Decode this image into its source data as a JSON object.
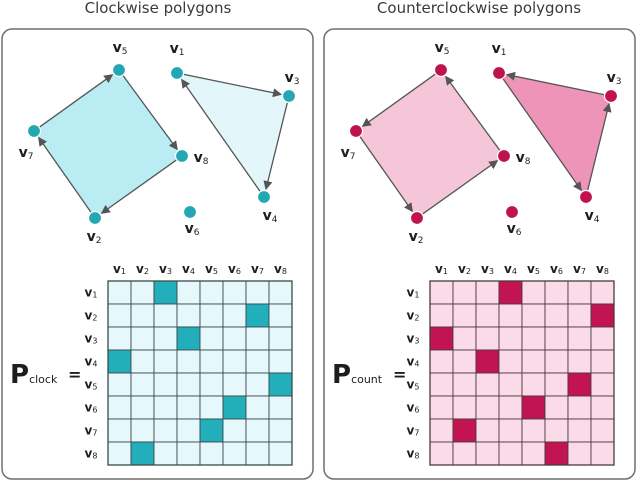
{
  "colors": {
    "panel_border": "#6f6f6f",
    "edge": "#555555",
    "clock": {
      "vertex": "#23a8b3",
      "vertex_stroke": "#ffffff",
      "poly_a_fill": "#b9ecf3",
      "poly_b_fill": "#e3f7fb",
      "cell_empty": "#e6f8fb",
      "cell_filled": "#23aebb",
      "grid": "#3a4a4c"
    },
    "count": {
      "vertex": "#c0124f",
      "vertex_stroke": "#ffffff",
      "poly_a_fill": "#f5c5d8",
      "poly_b_fill": "#ee94b8",
      "cell_empty": "#fbdbe7",
      "cell_filled": "#c21450",
      "grid": "#4a3a40"
    }
  },
  "vertex_labels": [
    "v1",
    "v2",
    "v3",
    "v4",
    "v5",
    "v6",
    "v7",
    "v8"
  ],
  "panels": [
    {
      "id": "clock",
      "title": "Clockwise polygons",
      "orientation": "clockwise",
      "p_label": {
        "main": "P",
        "sub": "clock",
        "equals": "="
      },
      "polygon_a": [
        "v5",
        "v8",
        "v2",
        "v7"
      ],
      "polygon_b": [
        "v1",
        "v3",
        "v4"
      ],
      "isolated": [
        "v6"
      ],
      "matrix": [
        [
          0,
          0,
          1,
          0,
          0,
          0,
          0,
          0
        ],
        [
          0,
          0,
          0,
          0,
          0,
          0,
          1,
          0
        ],
        [
          0,
          0,
          0,
          1,
          0,
          0,
          0,
          0
        ],
        [
          1,
          0,
          0,
          0,
          0,
          0,
          0,
          0
        ],
        [
          0,
          0,
          0,
          0,
          0,
          0,
          0,
          1
        ],
        [
          0,
          0,
          0,
          0,
          0,
          1,
          0,
          0
        ],
        [
          0,
          0,
          0,
          0,
          1,
          0,
          0,
          0
        ],
        [
          0,
          1,
          0,
          0,
          0,
          0,
          0,
          0
        ]
      ]
    },
    {
      "id": "count",
      "title": "Counterclockwise polygons",
      "orientation": "counterclockwise",
      "p_label": {
        "main": "P",
        "sub": "count",
        "equals": "="
      },
      "polygon_a": [
        "v5",
        "v7",
        "v2",
        "v8"
      ],
      "polygon_b": [
        "v1",
        "v4",
        "v3"
      ],
      "isolated": [
        "v6"
      ],
      "matrix": [
        [
          0,
          0,
          0,
          1,
          0,
          0,
          0,
          0
        ],
        [
          0,
          0,
          0,
          0,
          0,
          0,
          0,
          1
        ],
        [
          1,
          0,
          0,
          0,
          0,
          0,
          0,
          0
        ],
        [
          0,
          0,
          1,
          0,
          0,
          0,
          0,
          0
        ],
        [
          0,
          0,
          0,
          0,
          0,
          0,
          1,
          0
        ],
        [
          0,
          0,
          0,
          0,
          1,
          0,
          0,
          0
        ],
        [
          0,
          1,
          0,
          0,
          0,
          0,
          0,
          0
        ],
        [
          0,
          0,
          0,
          0,
          0,
          1,
          0,
          0
        ]
      ]
    }
  ]
}
